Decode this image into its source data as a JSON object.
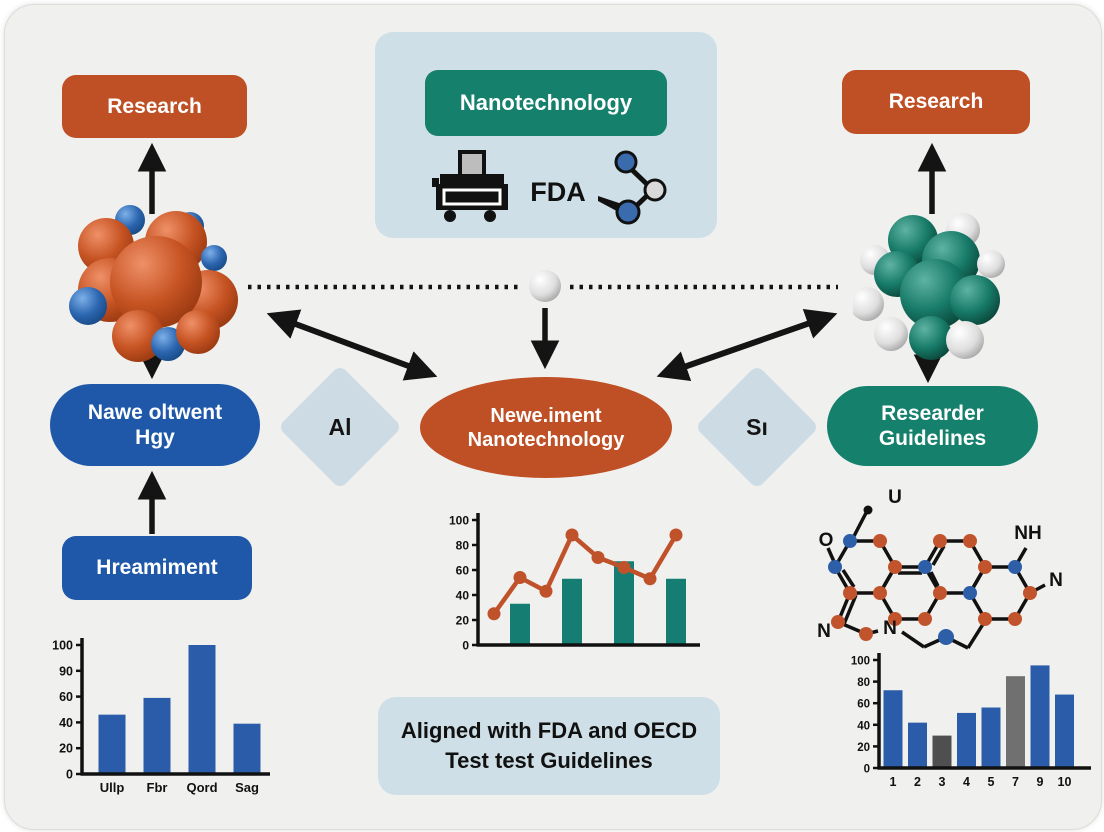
{
  "colors": {
    "orange": "#bf4f24",
    "blue": "#1f58a8",
    "teal": "#15806c",
    "panel_blue": "#cedfe7",
    "diamond": "#ccdbe4",
    "card_bg": "#f0f0ee",
    "arrow": "#141414",
    "bar_blue": "#2a5ca9",
    "bar_teal": "#157d72",
    "bar_grey_dark": "#4f4f4f",
    "bar_grey_mid": "#707070",
    "line_orange": "#c0522b"
  },
  "nodes": {
    "research_left": "Research",
    "research_right": "Research",
    "nanotechnology": "Nanotechnology",
    "fda": "FDA",
    "left_pill_line1": "Nawe oltwent",
    "left_pill_line2": "Hgy",
    "diamond_left": "Al",
    "ellipse_line1": "Newe.iment",
    "ellipse_line2": "Nanotechnology",
    "diamond_right": "Sı",
    "right_pill_line1": "Researder",
    "right_pill_line2": "Guidelines",
    "treatment": "Hreamiment",
    "banner_line1": "Aligned with FDA and OECD",
    "banner_line2": "Test test Guidelines"
  },
  "chem_labels": {
    "u": "U",
    "o": "O",
    "nh": "NH",
    "n_right": "N",
    "n_bottom_left": "N",
    "n_bottom_mid": "N"
  },
  "chart_data": [
    {
      "id": "chart-left",
      "type": "bar",
      "categories": [
        "Ullp",
        "Fbr",
        "Qord",
        "Sag"
      ],
      "values": [
        46,
        59,
        100,
        39
      ],
      "yticks": [
        "100",
        "90",
        "60",
        "40",
        "20",
        "0"
      ],
      "ylim": [
        0,
        100
      ],
      "bar_color_key": "bar_blue",
      "title": "",
      "xlabel": "",
      "ylabel": ""
    },
    {
      "id": "chart-center",
      "type": "combo",
      "line_values": [
        25,
        54,
        43,
        88,
        70,
        62,
        53,
        88
      ],
      "bar_slots": [
        1,
        3,
        5,
        7
      ],
      "bar_values": [
        33,
        53,
        67,
        53
      ],
      "yticks": [
        "100",
        "80",
        "60",
        "40",
        "20",
        "0"
      ],
      "ylim": [
        0,
        100
      ],
      "bar_color_key": "bar_teal",
      "line_color_key": "line_orange",
      "title": "",
      "xlabel": "",
      "ylabel": ""
    },
    {
      "id": "chart-right",
      "type": "bar",
      "categories": [
        "1",
        "2",
        "3",
        "4",
        "5",
        "7",
        "9",
        "10"
      ],
      "values": [
        72,
        42,
        30,
        51,
        56,
        85,
        95,
        68
      ],
      "bar_colors": [
        "bar_blue",
        "bar_blue",
        "bar_grey_dark",
        "bar_blue",
        "bar_blue",
        "bar_grey_mid",
        "bar_blue",
        "bar_blue"
      ],
      "yticks": [
        "100",
        "80",
        "60",
        "40",
        "20",
        "0"
      ],
      "ylim": [
        0,
        100
      ],
      "title": "",
      "xlabel": "",
      "ylabel": ""
    }
  ]
}
